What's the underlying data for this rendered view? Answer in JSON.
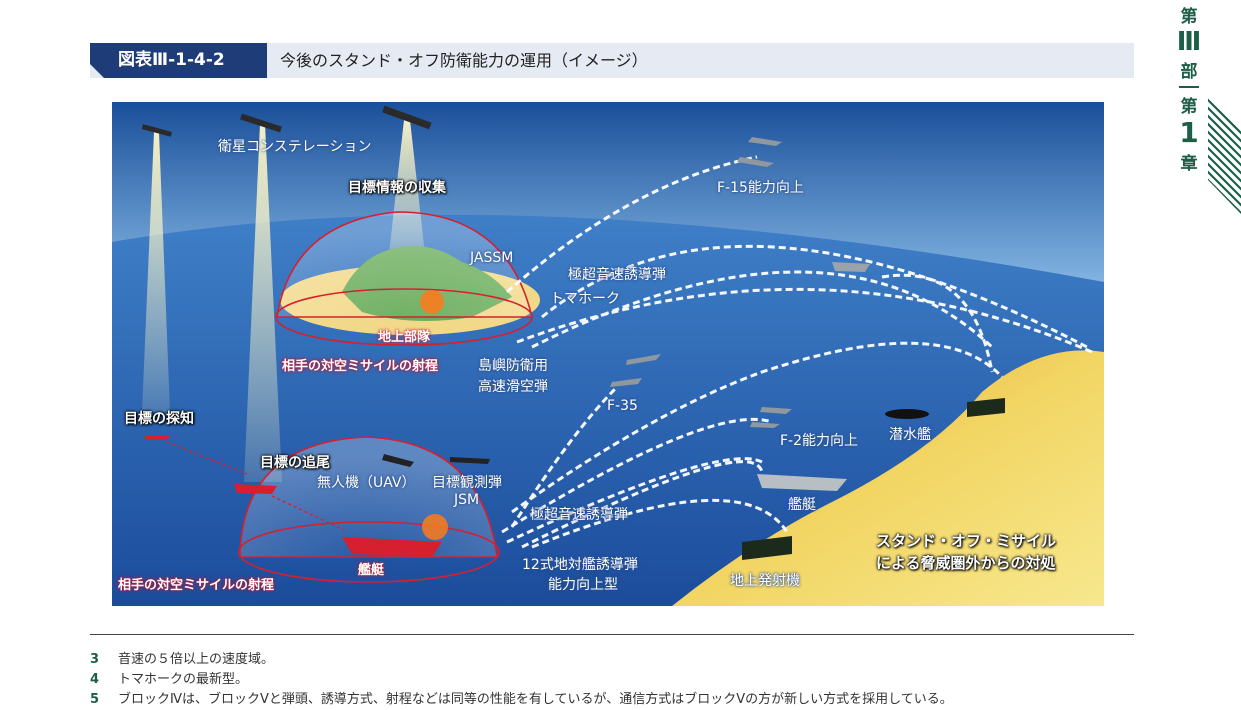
{
  "figure": {
    "number": "図表Ⅲ-1-4-2",
    "title": "今後のスタンド・オフ防衛能力の運用（イメージ）"
  },
  "side_tab": {
    "part_prefix": "第",
    "part_num": "Ⅲ",
    "part_suffix": "部",
    "chapter_prefix": "第",
    "chapter_num": "1",
    "chapter_suffix": "章",
    "color": "#1d5e46"
  },
  "labels": {
    "satellite": "衛星コンステレーション",
    "collect": "目標情報の収集",
    "jassm": "JASSM",
    "hypersonic_top": "極超音速誘導弾",
    "tomahawk": "トマホーク",
    "ground_unit": "地上部隊",
    "aa_range_top": "相手の対空ミサイルの射程",
    "island_defense_1": "島嶼防衛用",
    "island_defense_2": "高速滑空弾",
    "f15": "F-15能力向上",
    "f35": "F-35",
    "f2": "F-2能力向上",
    "submarine": "潜水艦",
    "detect": "目標の探知",
    "track": "目標の追尾",
    "uav": "無人機（UAV）",
    "observe_1": "目標観測弾",
    "observe_2": "JSM",
    "hypersonic_bottom": "極超音速誘導弾",
    "ship_missile_1": "12式地対艦誘導弾",
    "ship_missile_2": "能力向上型",
    "warship_target": "艦艇",
    "aa_range_bottom": "相手の対空ミサイルの射程",
    "warship": "艦艇",
    "launcher": "地上発射機",
    "standoff_1": "スタンド・オフ・ミサイル",
    "standoff_2": "による脅威圏外からの対処"
  },
  "notes": [
    {
      "num": "3",
      "text": "音速の５倍以上の速度域。"
    },
    {
      "num": "4",
      "text": "トマホークの最新型。"
    },
    {
      "num": "5",
      "text": "ブロックⅣは、ブロックⅤと弾頭、誘導方式、射程などは同等の性能を有しているが、通信方式はブロックⅤの方が新しい方式を採用している。"
    }
  ],
  "colors": {
    "header_dark": "#1d3c78",
    "header_light": "#e6ebf3",
    "sea": "#2a62b0",
    "sky": "#7fb2e0",
    "range_red": "#d6202f",
    "land": "#f2d563"
  }
}
